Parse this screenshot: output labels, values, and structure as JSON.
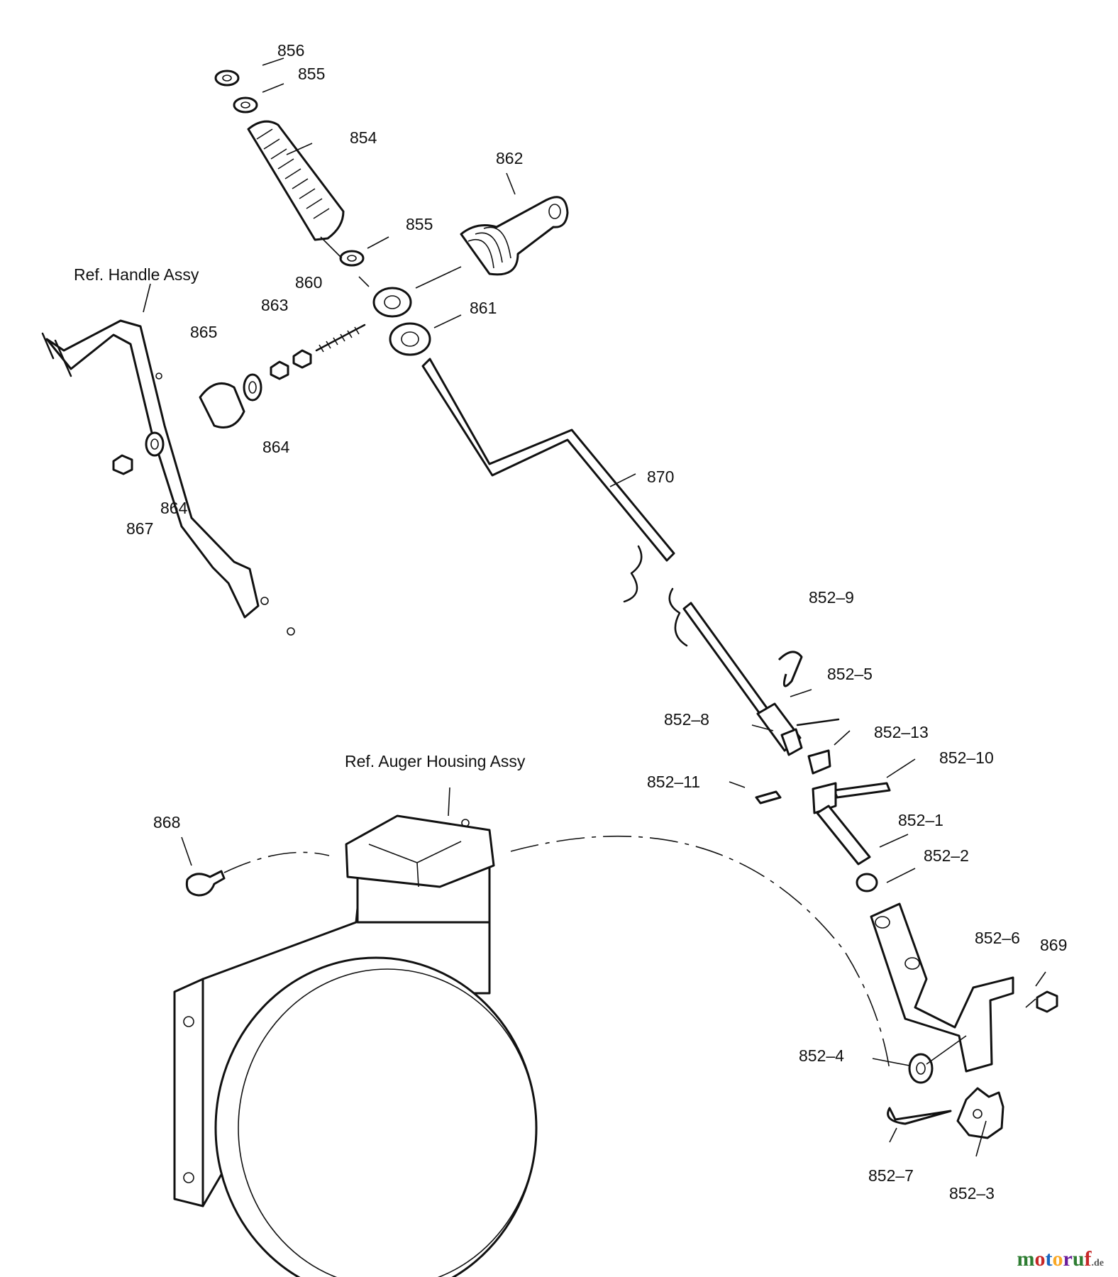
{
  "references": {
    "handle": "Ref. Handle Assy",
    "auger_housing": "Ref. Auger Housing Assy"
  },
  "part_numbers": [
    "856",
    "855",
    "854",
    "862",
    "855",
    "860",
    "863",
    "861",
    "865",
    "864",
    "864",
    "867",
    "870",
    "852–9",
    "852–5",
    "852–8",
    "852–13",
    "852–10",
    "852–11",
    "852–1",
    "868",
    "852–2",
    "852–6",
    "869",
    "852–4",
    "852–7",
    "852–3"
  ],
  "watermark": {
    "letters": [
      "m",
      "o",
      "t",
      "o",
      "r",
      "u",
      "f"
    ],
    "tld": ".de"
  }
}
